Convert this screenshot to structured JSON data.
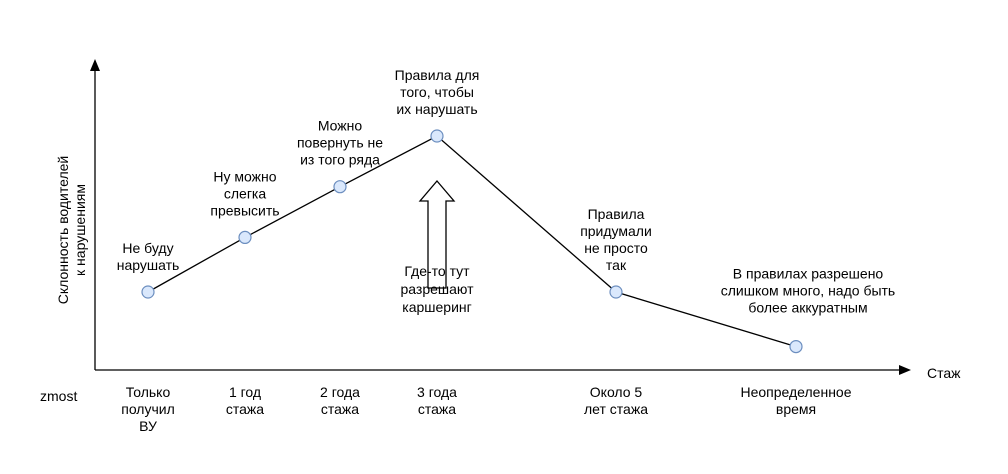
{
  "chart_data": {
    "type": "line",
    "xlabel": "Стаж",
    "ylabel": [
      "Склонность водителей",
      "к нарушениям"
    ],
    "watermark": "zmost",
    "categories": [
      [
        "Только",
        "получил",
        "ВУ"
      ],
      [
        "1 год",
        "стажа"
      ],
      [
        "2 года",
        "стажа"
      ],
      [
        "3 года",
        "стажа"
      ],
      [
        "Около 5",
        "лет стажа"
      ],
      [
        "Неопределенное",
        "время"
      ]
    ],
    "x": [
      0,
      1,
      2,
      3,
      5,
      7
    ],
    "series": [
      {
        "values": [
          2.0,
          3.4,
          4.7,
          6.0,
          2.0,
          0.6
        ],
        "labels": [
          [
            "Не буду",
            "нарушать"
          ],
          [
            "Ну можно",
            "слегка",
            "превысить"
          ],
          [
            "Можно",
            "повернуть не",
            "из того ряда"
          ],
          [
            "Правила для",
            "того, чтобы",
            "их нарушать"
          ],
          [
            "Правила",
            "придумали",
            "не просто",
            "так"
          ],
          [
            "В правилах разрешено",
            "слишком много, надо быть",
            "более аккуратным"
          ]
        ]
      }
    ],
    "annotation": {
      "target_category": "3 года стажа",
      "text": [
        "Где-то тут",
        "разрешают",
        "каршеринг"
      ]
    },
    "ylim": [
      0,
      8
    ],
    "grid": false,
    "legend": "none"
  }
}
